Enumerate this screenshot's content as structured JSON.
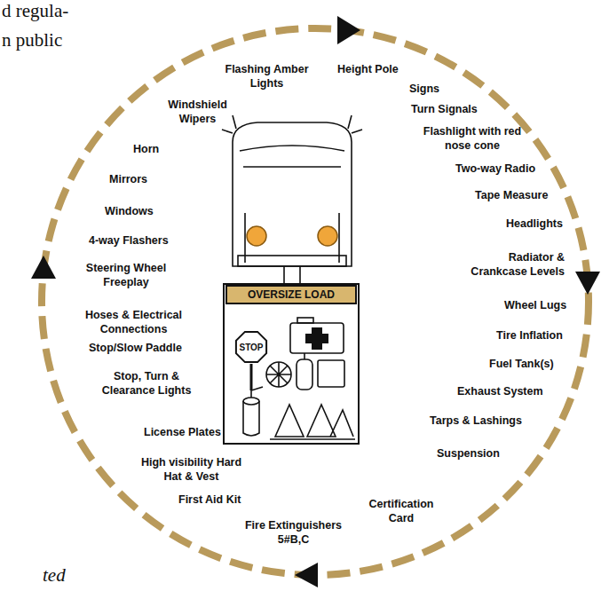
{
  "diagram": {
    "nodes": [
      {
        "text": [
          "OVERSIZE LOAD"
        ]
      },
      {
        "text": [
          "STOP"
        ]
      }
    ],
    "labels": [
      "d regula-",
      "n public",
      "Flashing Amber Lights",
      "Height Pole",
      "Signs",
      "Turn Signals",
      "Flashlight with red nose cone",
      "Two-way Radio",
      "Tape Measure",
      "Headlights",
      "Radiator & Crankcase Levels",
      "Wheel Lugs",
      "Tire Inflation",
      "Fuel Tank(s)",
      "Exhaust System",
      "Tarps & Lashings",
      "Suspension",
      "Certification Card",
      "Fire Extinguishers 5#B,C",
      "First Aid Kit",
      "High visibility Hard Hat & Vest",
      "License Plates",
      "Stop, Turn & Clearance Lights",
      "Stop/Slow Paddle",
      "Hoses & Electrical Connections",
      "Steering Wheel Freeplay",
      "4-way Flashers",
      "Windows",
      "Mirrors",
      "Horn",
      "Windshield Wipers",
      "ted"
    ]
  }
}
